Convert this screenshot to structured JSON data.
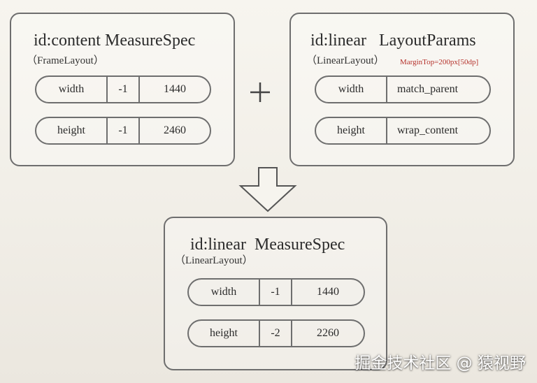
{
  "content_spec": {
    "title": "id:content MeasureSpec",
    "subtitle": "（FrameLayout）",
    "rows": [
      {
        "name": "width",
        "mode": "-1",
        "value": "1440"
      },
      {
        "name": "height",
        "mode": "-1",
        "value": "2460"
      }
    ]
  },
  "linear_params": {
    "title": "id:linear   LayoutParams",
    "subtitle": "（LinearLayout）",
    "note": "MarginTop=200px[50dp]",
    "rows": [
      {
        "name": "width",
        "value": "match_parent"
      },
      {
        "name": "height",
        "value": "wrap_content"
      }
    ]
  },
  "operator": "+",
  "result_spec": {
    "title": "id:linear  MeasureSpec",
    "subtitle": "（LinearLayout）",
    "rows": [
      {
        "name": "width",
        "mode": "-1",
        "value": "1440"
      },
      {
        "name": "height",
        "mode": "-2",
        "value": "2260"
      }
    ]
  },
  "watermark": "掘金技术社区 @ 猿视野",
  "colors": {
    "border": "#6e6e6e",
    "note": "#b4302a",
    "background": "#f3f0e9"
  }
}
